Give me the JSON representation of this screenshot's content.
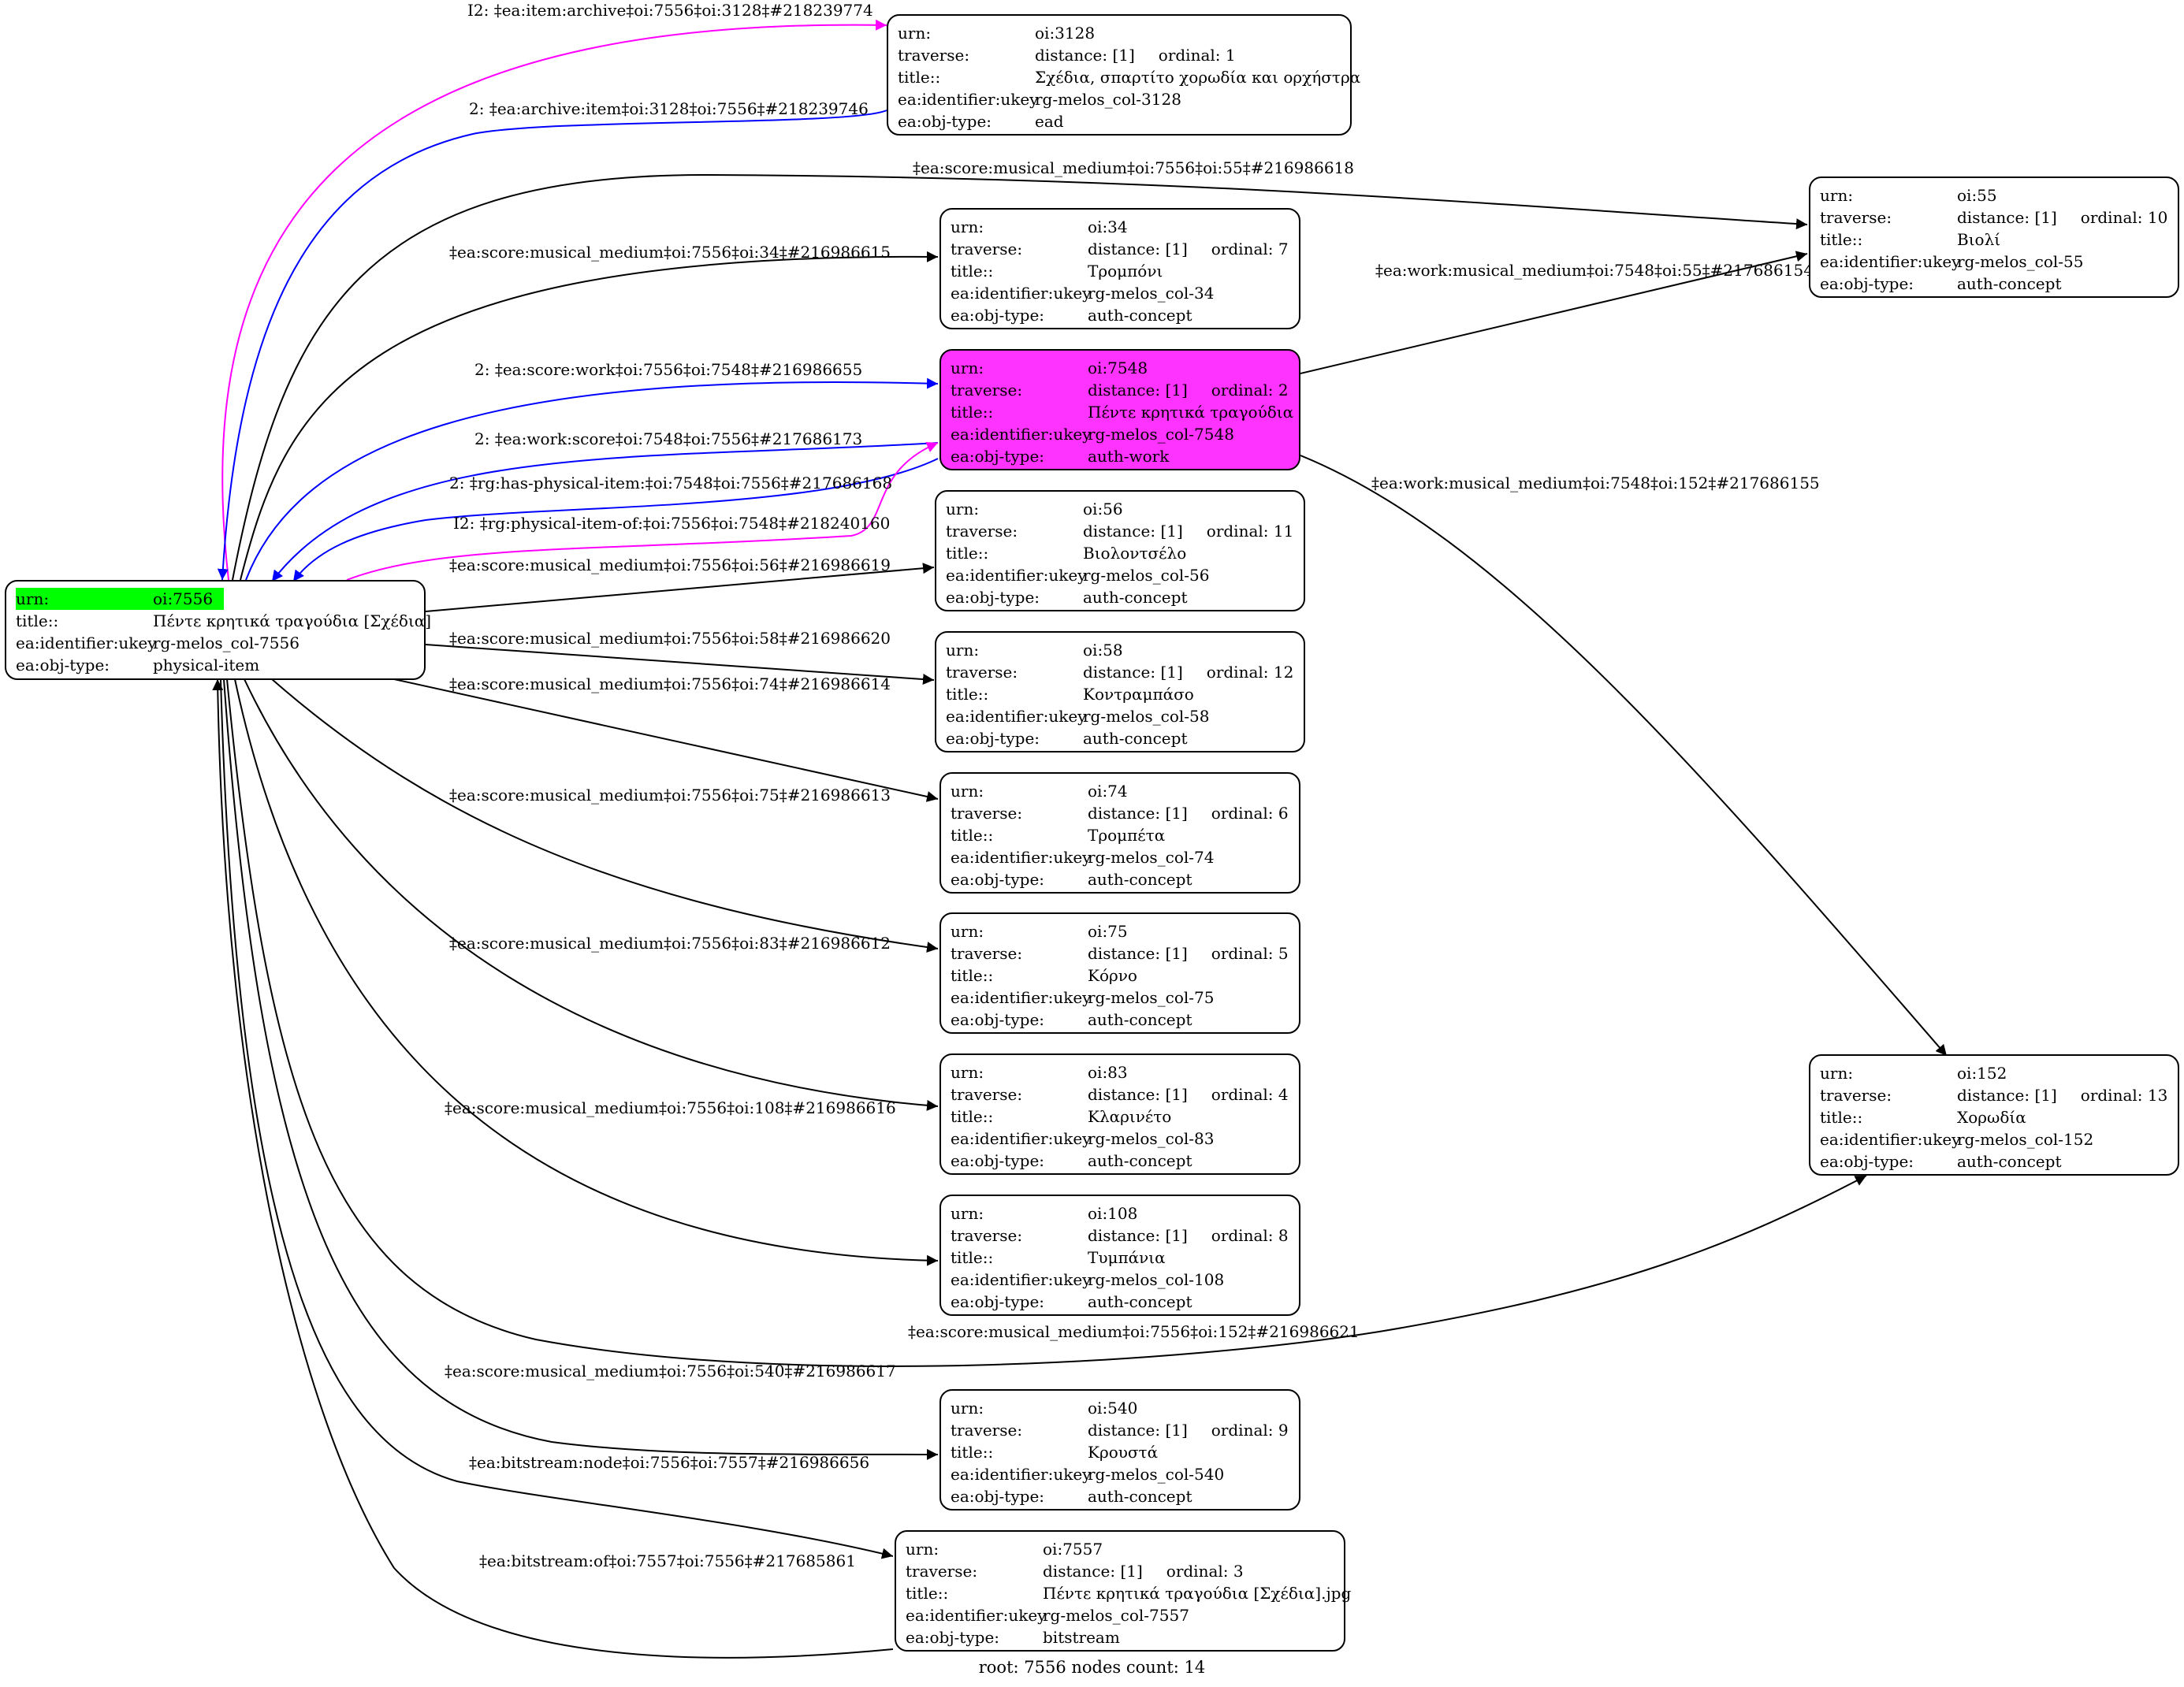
{
  "nodes": {
    "root": {
      "urn": "oi:7556",
      "title": "Πέντε κρητικά τραγούδια [Σχέδια]",
      "ukey": "rg-melos_col-7556",
      "objtype": "physical-item"
    },
    "n3128": {
      "urn": "oi:3128",
      "distance": "distance: [1]",
      "ordinal": "ordinal: 1",
      "title": "Σχέδια, σπαρτίτο χορωδία και ορχήστρα",
      "ukey": "rg-melos_col-3128",
      "objtype": "ead"
    },
    "n55": {
      "urn": "oi:55",
      "distance": "distance: [1]",
      "ordinal": "ordinal: 10",
      "title": "Βιολί",
      "ukey": "rg-melos_col-55",
      "objtype": "auth-concept"
    },
    "n34": {
      "urn": "oi:34",
      "distance": "distance: [1]",
      "ordinal": "ordinal: 7",
      "title": "Τρομπόνι",
      "ukey": "rg-melos_col-34",
      "objtype": "auth-concept"
    },
    "n7548": {
      "urn": "oi:7548",
      "distance": "distance: [1]",
      "ordinal": "ordinal: 2",
      "title": "Πέντε κρητικά τραγούδια",
      "ukey": "rg-melos_col-7548",
      "objtype": "auth-work"
    },
    "n56": {
      "urn": "oi:56",
      "distance": "distance: [1]",
      "ordinal": "ordinal: 11",
      "title": "Βιολοντσέλο",
      "ukey": "rg-melos_col-56",
      "objtype": "auth-concept"
    },
    "n58": {
      "urn": "oi:58",
      "distance": "distance: [1]",
      "ordinal": "ordinal: 12",
      "title": "Κοντραμπάσο",
      "ukey": "rg-melos_col-58",
      "objtype": "auth-concept"
    },
    "n74": {
      "urn": "oi:74",
      "distance": "distance: [1]",
      "ordinal": "ordinal: 6",
      "title": "Τρομπέτα",
      "ukey": "rg-melos_col-74",
      "objtype": "auth-concept"
    },
    "n75": {
      "urn": "oi:75",
      "distance": "distance: [1]",
      "ordinal": "ordinal: 5",
      "title": "Κόρνο",
      "ukey": "rg-melos_col-75",
      "objtype": "auth-concept"
    },
    "n83": {
      "urn": "oi:83",
      "distance": "distance: [1]",
      "ordinal": "ordinal: 4",
      "title": "Κλαρινέτο",
      "ukey": "rg-melos_col-83",
      "objtype": "auth-concept"
    },
    "n108": {
      "urn": "oi:108",
      "distance": "distance: [1]",
      "ordinal": "ordinal: 8",
      "title": "Τυμπάνια",
      "ukey": "rg-melos_col-108",
      "objtype": "auth-concept"
    },
    "n152": {
      "urn": "oi:152",
      "distance": "distance: [1]",
      "ordinal": "ordinal: 13",
      "title": "Χορωδία",
      "ukey": "rg-melos_col-152",
      "objtype": "auth-concept"
    },
    "n540": {
      "urn": "oi:540",
      "distance": "distance: [1]",
      "ordinal": "ordinal: 9",
      "title": "Κρουστά",
      "ukey": "rg-melos_col-540",
      "objtype": "auth-concept"
    },
    "n7557": {
      "urn": "oi:7557",
      "distance": "distance: [1]",
      "ordinal": "ordinal: 3",
      "title": "Πέντε κρητικά τραγούδια [Σχέδια].jpg",
      "ukey": "rg-melos_col-7557",
      "objtype": "bitstream"
    }
  },
  "labels": {
    "urn": "urn:",
    "traverse": "traverse:",
    "title": "title::",
    "ukey": "ea:identifier:ukey",
    "objtype": "ea:obj-type:"
  },
  "edges": {
    "e1": "I2: ‡ea:item:archive‡oi:7556‡oi:3128‡#218239774",
    "e2": "2: ‡ea:archive:item‡oi:3128‡oi:7556‡#218239746",
    "e3": "‡ea:score:musical_medium‡oi:7556‡oi:55‡#216986618",
    "e4": "‡ea:score:musical_medium‡oi:7556‡oi:34‡#216986615",
    "e5": "‡ea:work:musical_medium‡oi:7548‡oi:55‡#217686154",
    "e6": "2: ‡ea:score:work‡oi:7556‡oi:7548‡#216986655",
    "e7": "2: ‡ea:work:score‡oi:7548‡oi:7556‡#217686173",
    "e8": "2: ‡rg:has-physical-item:‡oi:7548‡oi:7556‡#217686168",
    "e9": "I2: ‡rg:physical-item-of:‡oi:7556‡oi:7548‡#218240160",
    "e10": "‡ea:work:musical_medium‡oi:7548‡oi:152‡#217686155",
    "e11": "‡ea:score:musical_medium‡oi:7556‡oi:56‡#216986619",
    "e12": "‡ea:score:musical_medium‡oi:7556‡oi:58‡#216986620",
    "e13": "‡ea:score:musical_medium‡oi:7556‡oi:74‡#216986614",
    "e14": "‡ea:score:musical_medium‡oi:7556‡oi:75‡#216986613",
    "e15": "‡ea:score:musical_medium‡oi:7556‡oi:83‡#216986612",
    "e16": "‡ea:score:musical_medium‡oi:7556‡oi:108‡#216986616",
    "e17": "‡ea:score:musical_medium‡oi:7556‡oi:152‡#216986621",
    "e18": "‡ea:score:musical_medium‡oi:7556‡oi:540‡#216986617",
    "e19": "‡ea:bitstream:node‡oi:7556‡oi:7557‡#216986656",
    "e20": "‡ea:bitstream:of‡oi:7557‡oi:7556‡#217685861"
  },
  "colors": {
    "root_highlight": "#00ff00",
    "focus_node": "#ff33ff",
    "archive_edge": "#ff00ff",
    "inverse_edge": "#0000ff",
    "default_edge": "#000000"
  },
  "footer": "root: 7556 nodes count: 14"
}
